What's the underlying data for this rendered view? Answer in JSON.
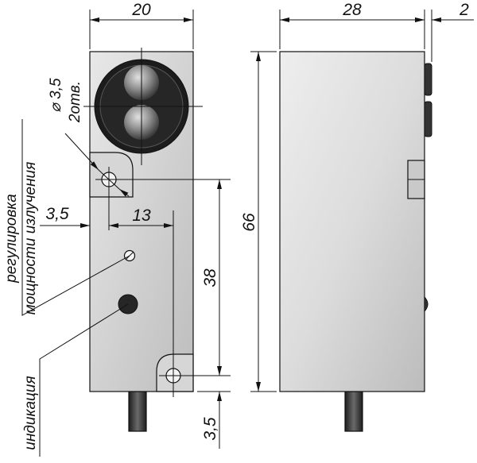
{
  "dimensions": {
    "front_width": "20",
    "side_depth": "28",
    "lens_protrusion": "2",
    "height": "66",
    "hole_spacing": "38",
    "hole_offset_bottom": "3,5",
    "hole_offset_left": "3,5",
    "hole_to_edge": "13"
  },
  "notes": {
    "hole_diameter": "⌀ 3,5",
    "hole_count": "2отв.",
    "adjust_line1": "регулировка",
    "adjust_line2": "мощности излучения",
    "indication": "индикация"
  },
  "colors": {
    "body_light": "#e6e6e6",
    "body_dark": "#b9b9b9",
    "lens_ring": "#2a2a2a",
    "led": "#262626",
    "cable": "#3a3a3a"
  }
}
